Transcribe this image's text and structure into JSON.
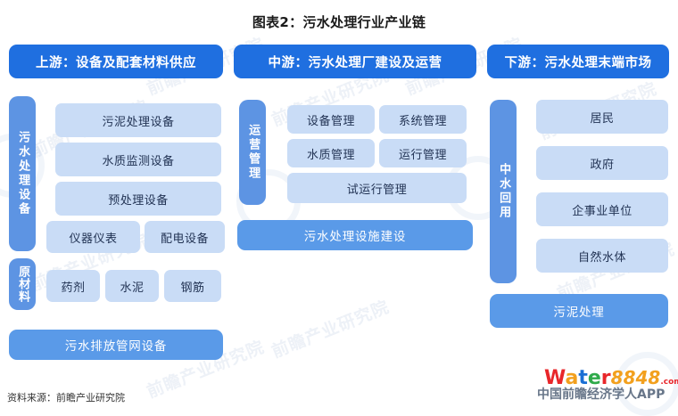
{
  "title": "图表2：污水处理行业产业链",
  "columns": {
    "upstream": {
      "header": "上游：设备及配套材料供应",
      "groups": [
        {
          "label": "污水处理设备",
          "items": [
            "污泥处理设备",
            "水质监测设备",
            "预处理设备",
            "仪器仪表",
            "配电设备"
          ]
        },
        {
          "label": "原材料",
          "items": [
            "药剂",
            "水泥",
            "钢筋"
          ]
        }
      ],
      "footer_bar": "污水排放管网设备"
    },
    "midstream": {
      "header": "中游：污水处理厂建设及运营",
      "groups": [
        {
          "label": "运营管理",
          "items": [
            "设备管理",
            "系统管理",
            "水质管理",
            "运行管理",
            "试运行管理"
          ]
        }
      ],
      "footer_bar": "污水处理设施建设"
    },
    "downstream": {
      "header": "下游：污水处理末端市场",
      "groups": [
        {
          "label": "中水回用",
          "items": [
            "居民",
            "政府",
            "企事业单位",
            "自然水体"
          ]
        }
      ],
      "footer_bar": "污泥处理"
    }
  },
  "source_note": "资料来源：前瞻产业研究院",
  "logo": {
    "w": "W",
    "a": "a",
    "t": "t",
    "e": "e",
    "r": "r",
    "number": "8848",
    "domain": ".com",
    "overlay": "中国前瞻经济学人APP"
  },
  "watermark_text": "前瞻产业研究院",
  "colors": {
    "header_blue": "#1f6fe0",
    "vbar_blue": "#5d94e3",
    "light_box": "#c9dcf6",
    "bottom_bar": "#5a9ae8",
    "page_bg": "#ffffff"
  }
}
